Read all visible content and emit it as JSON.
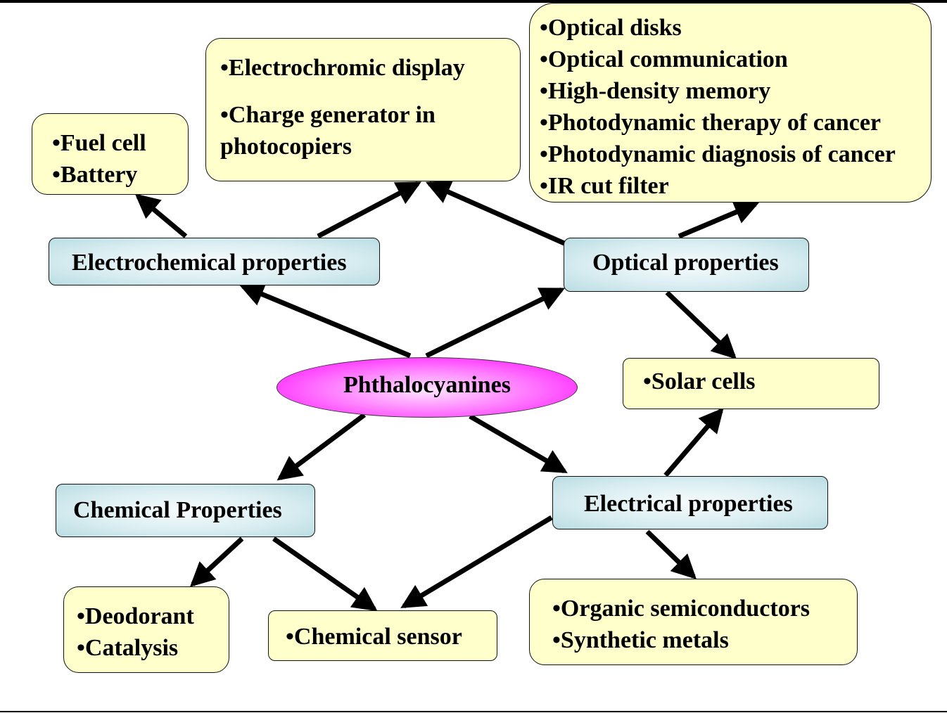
{
  "diagram": {
    "center": {
      "label": "Phthalocyanines"
    },
    "properties": {
      "electrochemical": "Electrochemical properties",
      "optical": "Optical properties",
      "chemical": "Chemical Properties",
      "electrical": "Electrical properties"
    },
    "applications": {
      "fuel_battery": [
        "•Fuel cell",
        "•Battery"
      ],
      "electrochromic": [
        "•Electrochromic display",
        "•Charge generator in",
        "photocopiers"
      ],
      "optical_list": [
        "•Optical disks",
        "•Optical communication",
        "•High-density memory",
        "•Photodynamic therapy of cancer",
        "•Photodynamic diagnosis of cancer",
        "•IR cut filter"
      ],
      "solar": [
        "•Solar cells"
      ],
      "deodorant_catalysis": [
        "•Deodorant",
        "•Catalysis"
      ],
      "chemical_sensor": [
        "•Chemical sensor"
      ],
      "semiconductors": [
        "•Organic semiconductors",
        "•Synthetic metals"
      ]
    },
    "edges": [
      {
        "from": "Phthalocyanines",
        "to": "Electrochemical properties"
      },
      {
        "from": "Phthalocyanines",
        "to": "Optical properties"
      },
      {
        "from": "Phthalocyanines",
        "to": "Chemical Properties"
      },
      {
        "from": "Phthalocyanines",
        "to": "Electrical properties"
      },
      {
        "from": "Electrochemical properties",
        "to": "Fuel cell / Battery"
      },
      {
        "from": "Electrochemical properties",
        "to": "Electrochromic display / Charge generator"
      },
      {
        "from": "Optical properties",
        "to": "Electrochromic display / Charge generator"
      },
      {
        "from": "Optical properties",
        "to": "Optical disks list"
      },
      {
        "from": "Optical properties",
        "to": "Solar cells"
      },
      {
        "from": "Electrical properties",
        "to": "Solar cells"
      },
      {
        "from": "Electrical properties",
        "to": "Organic semiconductors / Synthetic metals"
      },
      {
        "from": "Electrical properties",
        "to": "Chemical sensor"
      },
      {
        "from": "Chemical Properties",
        "to": "Deodorant / Catalysis"
      },
      {
        "from": "Chemical Properties",
        "to": "Chemical sensor"
      }
    ],
    "colors": {
      "application_fill": "#ffffcc",
      "property_fill": "#dbeef2",
      "center_fill": "#ff00ff",
      "arrow": "#000000"
    }
  }
}
